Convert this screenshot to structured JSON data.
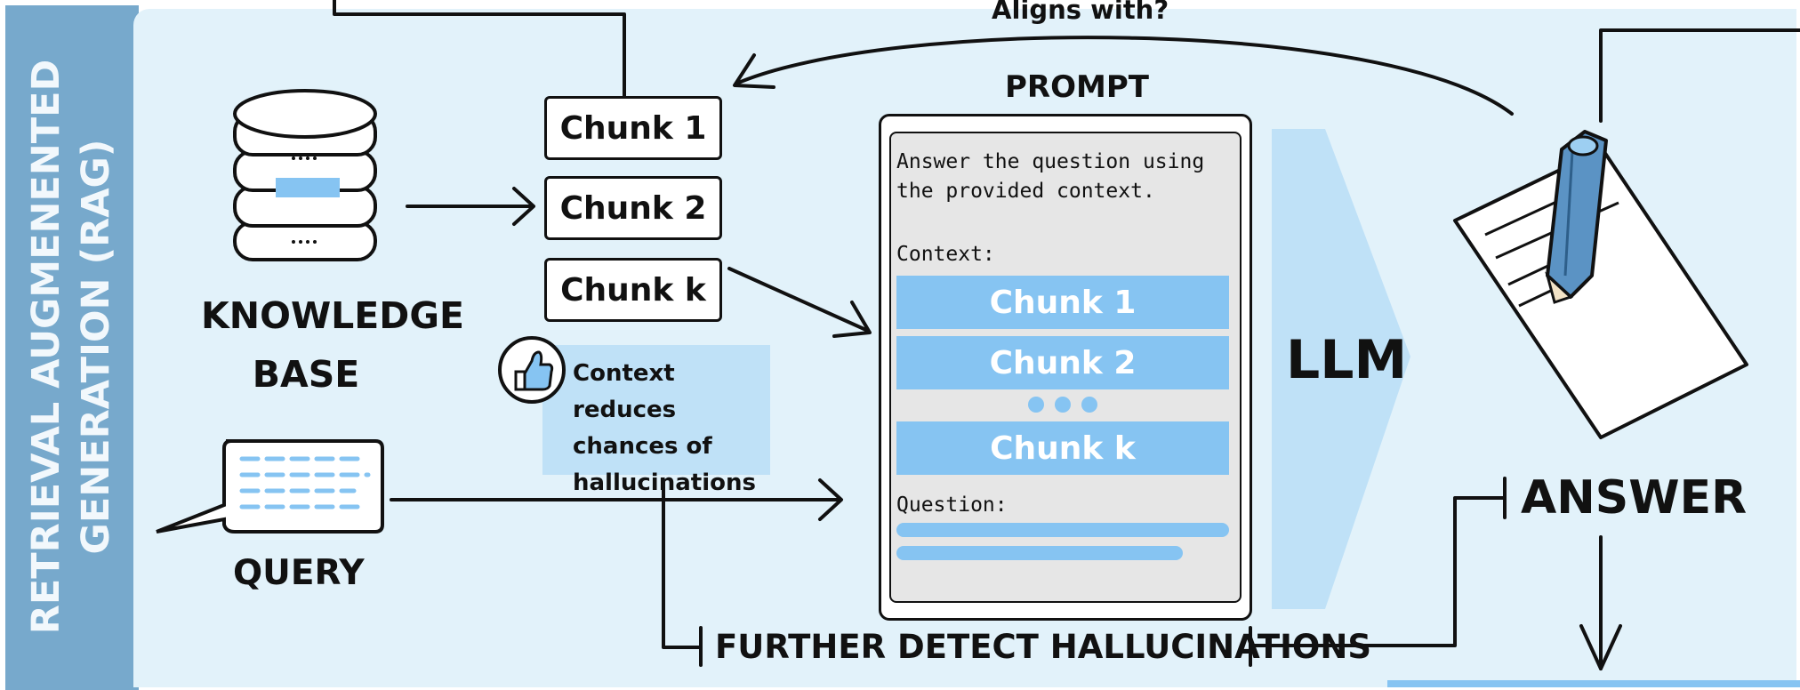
{
  "sidebar": {
    "title_line1": "RETRIEVAL AUGMENENTED",
    "title_line2": "GENERATION (RAG)"
  },
  "top": {
    "aligns_label": "Aligns with?"
  },
  "knowledge_base": {
    "line1": "KNOWLEDGE",
    "line2": "BASE"
  },
  "query": {
    "label": "QUERY"
  },
  "retrieved_chunks": [
    "Chunk 1",
    "Chunk 2",
    "Chunk k"
  ],
  "note": {
    "text": "Context reduces chances of hallucinations"
  },
  "prompt": {
    "heading": "PROMPT",
    "instruction_line1": "Answer the question using",
    "instruction_line2": "the provided context.",
    "context_label": "Context:",
    "chunks": [
      "Chunk 1",
      "Chunk 2",
      "Chunk k"
    ],
    "question_label": "Question:"
  },
  "llm": {
    "label": "LLM"
  },
  "answer": {
    "label": "ANSWER"
  },
  "bottom": {
    "label": "FURTHER DETECT HALLUCINATIONS"
  },
  "colors": {
    "accent_blue": "#86c4f2",
    "panel_bg": "#e2f2fa",
    "side_band": "#77a9cc",
    "note_bg": "#bfe1f7"
  }
}
